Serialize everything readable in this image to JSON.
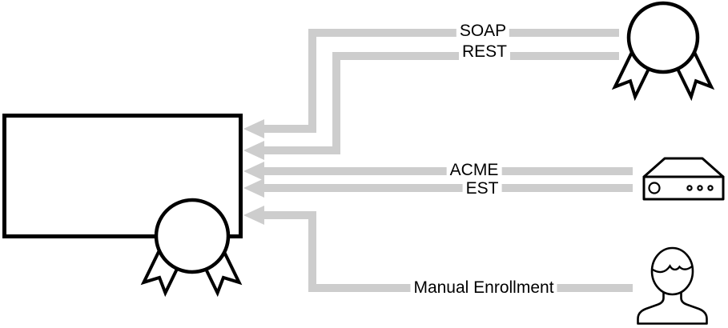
{
  "colors": {
    "bg": "#ffffff",
    "ink": "#000000",
    "line": "#cdcdcd",
    "label_bg": "#ffffff",
    "label_text": "#000000"
  },
  "diagram": {
    "target_node": {
      "icon": "certificate-seal-icon"
    },
    "source_nodes": [
      {
        "icon": "award-ribbon-icon"
      },
      {
        "icon": "server-appliance-icon"
      },
      {
        "icon": "person-icon"
      }
    ],
    "connections": [
      {
        "label": "SOAP"
      },
      {
        "label": "REST"
      },
      {
        "label": "ACME"
      },
      {
        "label": "EST"
      },
      {
        "label": "Manual Enrollment"
      }
    ]
  }
}
